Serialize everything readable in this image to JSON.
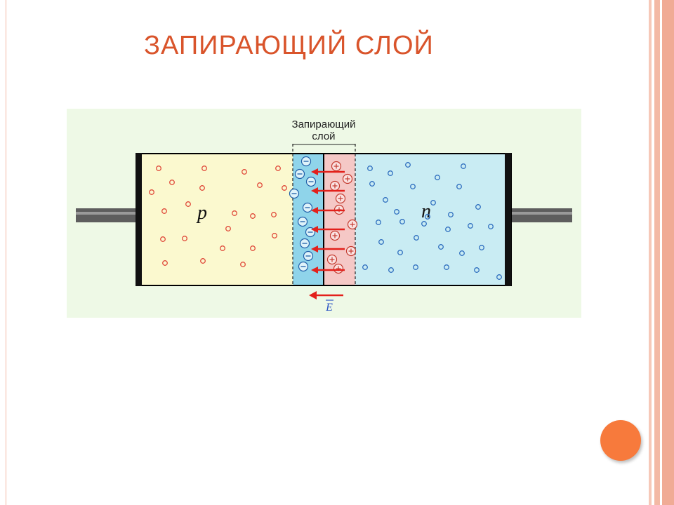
{
  "slide": {
    "title": "ЗАПИРАЮЩИЙ СЛОЙ"
  },
  "diagram": {
    "layer_label_line1": "Запирающий",
    "layer_label_line2": "слой",
    "p_label": "p",
    "n_label": "n",
    "field_label": "E",
    "colors": {
      "p_region": "#fbf9cf",
      "n_region": "#c9ecf3",
      "depletion_negative": "#8fd4ea",
      "depletion_positive": "#f5c8c6",
      "hole": "#e04a3a",
      "electron": "#2f6fbf",
      "arrow": "#e3201b",
      "lead": "#5e5e5e"
    },
    "icons": [
      "minus-ion-icon",
      "plus-ion-icon",
      "field-arrow-icon"
    ]
  }
}
